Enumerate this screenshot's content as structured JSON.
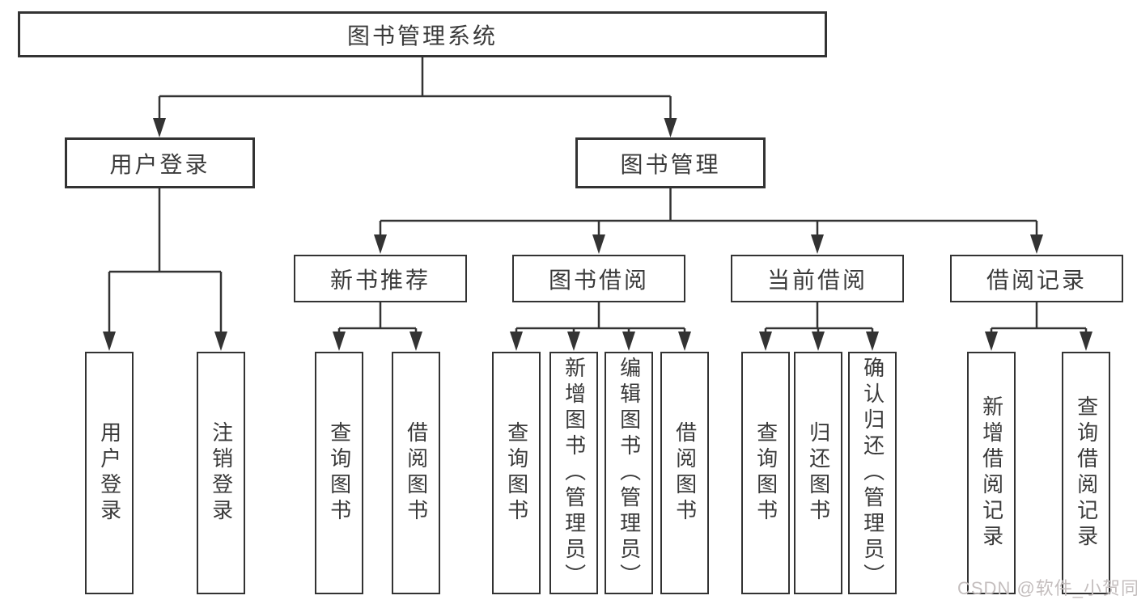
{
  "diagram": {
    "root": {
      "label": "图书管理系统"
    },
    "level2": [
      {
        "label": "用户登录"
      },
      {
        "label": "图书管理"
      }
    ],
    "level3": [
      {
        "label": "新书推荐"
      },
      {
        "label": "图书借阅"
      },
      {
        "label": "当前借阅"
      },
      {
        "label": "借阅记录"
      }
    ],
    "leaves": {
      "user_login": [
        {
          "label": "用户登录"
        },
        {
          "label": "注销登录"
        }
      ],
      "new_book": [
        {
          "label": "查询图书"
        },
        {
          "label": "借阅图书"
        }
      ],
      "book_borrow": [
        {
          "label": "查询图书"
        },
        {
          "label": "新增图书（管理员）"
        },
        {
          "label": "编辑图书（管理员）"
        },
        {
          "label": "借阅图书"
        }
      ],
      "current_borrow": [
        {
          "label": "查询图书"
        },
        {
          "label": "归还图书"
        },
        {
          "label": "确认归还（管理员）"
        }
      ],
      "borrow_record": [
        {
          "label": "新增借阅记录"
        },
        {
          "label": "查询借阅记录"
        }
      ]
    }
  },
  "watermark": {
    "text": "CSDN @软件_小贺同学"
  },
  "colors": {
    "line": "#333333",
    "text": "#3a3a3a",
    "watermark": "#c4bebe",
    "background": "#ffffff"
  }
}
